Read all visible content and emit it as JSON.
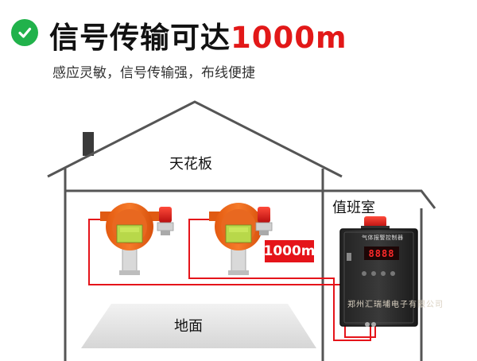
{
  "header": {
    "title_main": "信号传输可达",
    "title_accent": "1000m",
    "subtitle": "感应灵敏，信号传输强，布线便捷",
    "icon": "check-circle-icon",
    "icon_color": "#21b24b",
    "accent_color": "#e21818"
  },
  "scene": {
    "ceiling_label": "天花板",
    "floor_label": "地面",
    "duty_room_label": "值班室",
    "distance_badge": "1000m",
    "wire_color": "#e5141a",
    "detector_color": "#f26a1b",
    "controller": {
      "title": "气体报警控制器",
      "readout": "8888",
      "company": "郑州汇瑞埔电子有限公司"
    }
  }
}
